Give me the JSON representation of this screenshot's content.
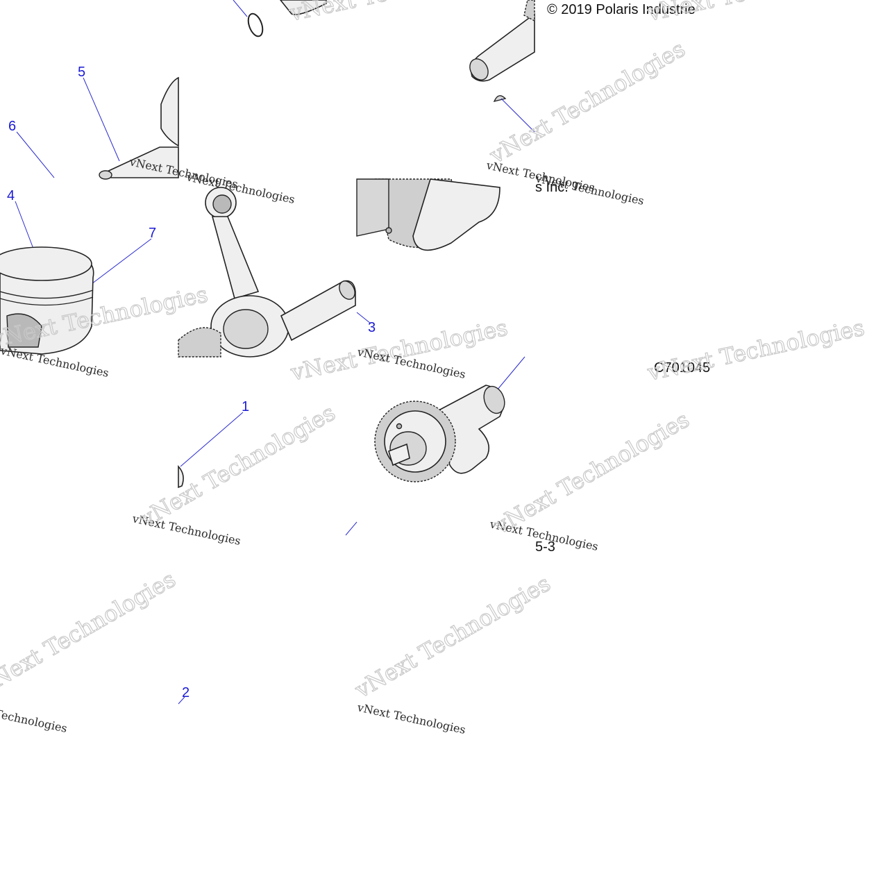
{
  "diagram": {
    "copyright": "© 2019 Polaris Industrie",
    "copyright_tail": "s Inc.",
    "figure_code": "C701045",
    "fragment_code": "5-3",
    "watermark_script": "vNext Technologies",
    "watermark_ghost": "vNext Technologies",
    "callouts": [
      "1",
      "2",
      "3",
      "4",
      "5",
      "6",
      "7"
    ]
  },
  "colors": {
    "callout_blue": "#1a1ad6",
    "line_black": "#222222",
    "fill_light": "#efefef",
    "fill_dark": "#b9b9b9"
  }
}
